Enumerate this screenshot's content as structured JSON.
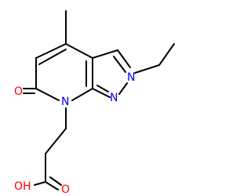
{
  "molecule": {
    "atoms": {
      "n1": {
        "text": "N",
        "color": "#0000ff"
      },
      "n2": {
        "text": "N",
        "color": "#0000ff"
      },
      "n7": {
        "text": "N",
        "color": "#0000ff"
      },
      "o_ketone": {
        "text": "O",
        "color": "#ff0000"
      },
      "oh": {
        "text": "OH",
        "color": "#ff0000"
      },
      "o_carbonyl": {
        "text": "O",
        "color": "#ff0000"
      }
    },
    "bond_color": "#000000"
  }
}
